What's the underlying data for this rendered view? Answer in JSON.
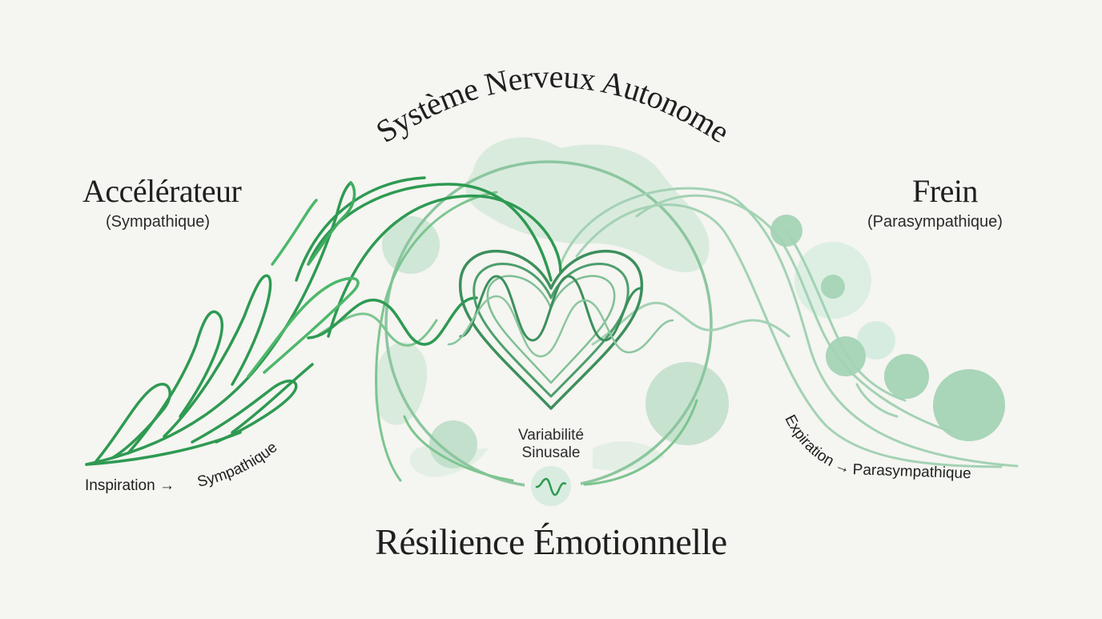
{
  "diagram": {
    "arc_title": "Système Nerveux Autonome",
    "accelerator": {
      "title": "Accélérateur",
      "subtitle": "(Sympathique)"
    },
    "brake": {
      "title": "Frein",
      "subtitle": "(Parasympathique)"
    },
    "hrv": {
      "line1": "Variabilité",
      "line2": "Sinusale"
    },
    "inspiration": {
      "start": "Inspiration →",
      "end": "Sympathique"
    },
    "expiration": {
      "start": "Expiration →",
      "end": "Parasympathique"
    },
    "bottom_title": "Résilience Émotionnelle"
  },
  "colors": {
    "background": "#f5f5f1",
    "sympathetic_green": "#2e9a52",
    "sympathetic_green_light": "#4cb86a",
    "heart_green": "#3c8f5c",
    "parasympathetic_green": "#9fd0b2",
    "bubble_green": "#b7dbc4",
    "text": "#1f1f1f"
  },
  "icons": [
    "leaf-branch-icon",
    "heart-icon",
    "sine-wave-icon",
    "bubble-icon"
  ]
}
